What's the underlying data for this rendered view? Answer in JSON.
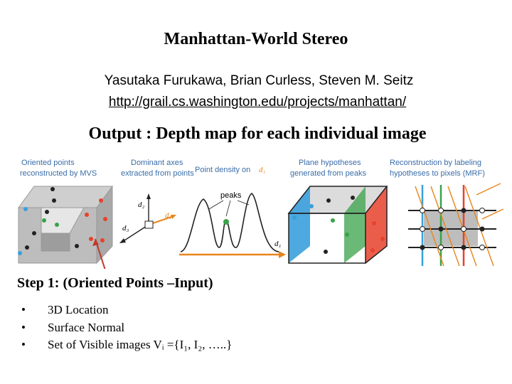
{
  "title": "Manhattan-World Stereo",
  "authors": "Yasutaka Furukawa, Brian Curless, Steven M. Seitz",
  "url": "http://grail.cs.washington.edu/projects/manhattan/",
  "output_heading": "Output : Depth map for each individual image",
  "figure": {
    "panel1_label": [
      "Oriented points",
      "reconstructed by MVS"
    ],
    "panel2_label": [
      "Dominant axes",
      "extracted from points"
    ],
    "panel3_label": "Point density on",
    "panel3_peaks": "peaks",
    "panel4_label": [
      "Plane hypotheses",
      "generated from peaks"
    ],
    "panel5_label": [
      "Reconstruction by labeling",
      "hypotheses to pixels (MRF)"
    ],
    "axis_d1": "d₁",
    "axis_d2": "d₂",
    "axis_d3": "d₃",
    "colors": {
      "red": "#e8412c",
      "blue": "#3aa0dc",
      "green": "#3aa24a",
      "orange": "#e8851c",
      "label": "#3a6da8",
      "arrow": "#c0392b"
    }
  },
  "step_heading": "Step 1: (Oriented Points –Input)",
  "bullets": [
    {
      "symbol": "•",
      "text": "3D Location"
    },
    {
      "symbol": "•",
      "text": "Surface Normal"
    },
    {
      "symbol": "•",
      "text": "Set of Visible images  Vᵢ ={I₁, I₂, …..}"
    }
  ]
}
